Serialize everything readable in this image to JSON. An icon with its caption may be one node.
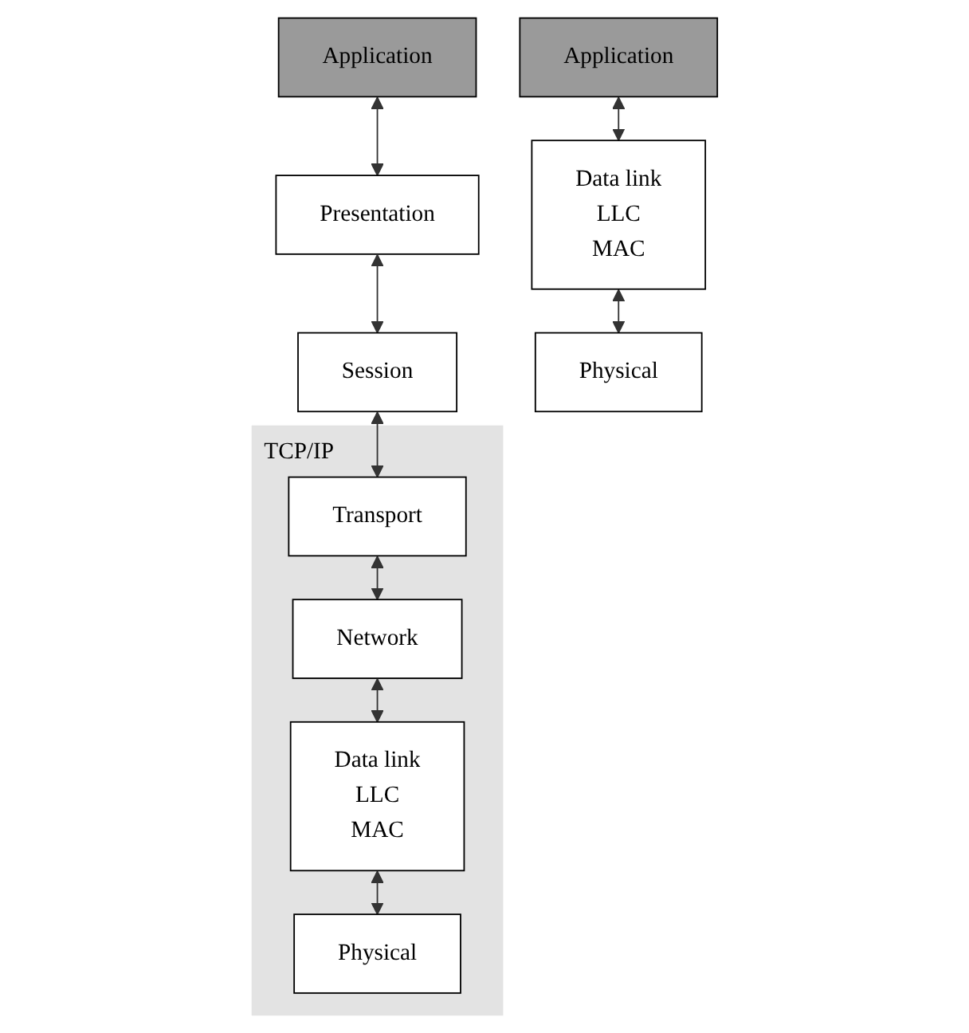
{
  "diagram": {
    "nodes": [
      {
        "text": [
          "Application"
        ]
      },
      {
        "text": [
          "Presentation"
        ]
      },
      {
        "text": [
          "Session"
        ]
      },
      {
        "text": [
          "TCP/IP"
        ]
      },
      {
        "text": [
          "Transport"
        ],
        "in": 3
      },
      {
        "text": [
          "Network"
        ],
        "in": 3
      },
      {
        "text": [
          "Data link",
          "LLC",
          "MAC"
        ],
        "in": 3
      },
      {
        "text": [
          "Physical"
        ],
        "in": 3
      },
      {
        "text": [
          "Application"
        ]
      },
      {
        "text": [
          "Data link",
          "LLC",
          "MAC"
        ]
      },
      {
        "text": [
          "Physical"
        ]
      }
    ],
    "edges": [
      {
        "from": 0,
        "to": 1,
        "arrow": "both"
      },
      {
        "from": 1,
        "to": 2,
        "arrow": "both"
      },
      {
        "from": 2,
        "to": 4,
        "arrow": "both"
      },
      {
        "from": 4,
        "to": 5,
        "arrow": "both"
      },
      {
        "from": 5,
        "to": 6,
        "arrow": "both"
      },
      {
        "from": 6,
        "to": 7,
        "arrow": "both"
      },
      {
        "from": 8,
        "to": 9,
        "arrow": "both"
      },
      {
        "from": 9,
        "to": 10,
        "arrow": "both"
      }
    ]
  }
}
